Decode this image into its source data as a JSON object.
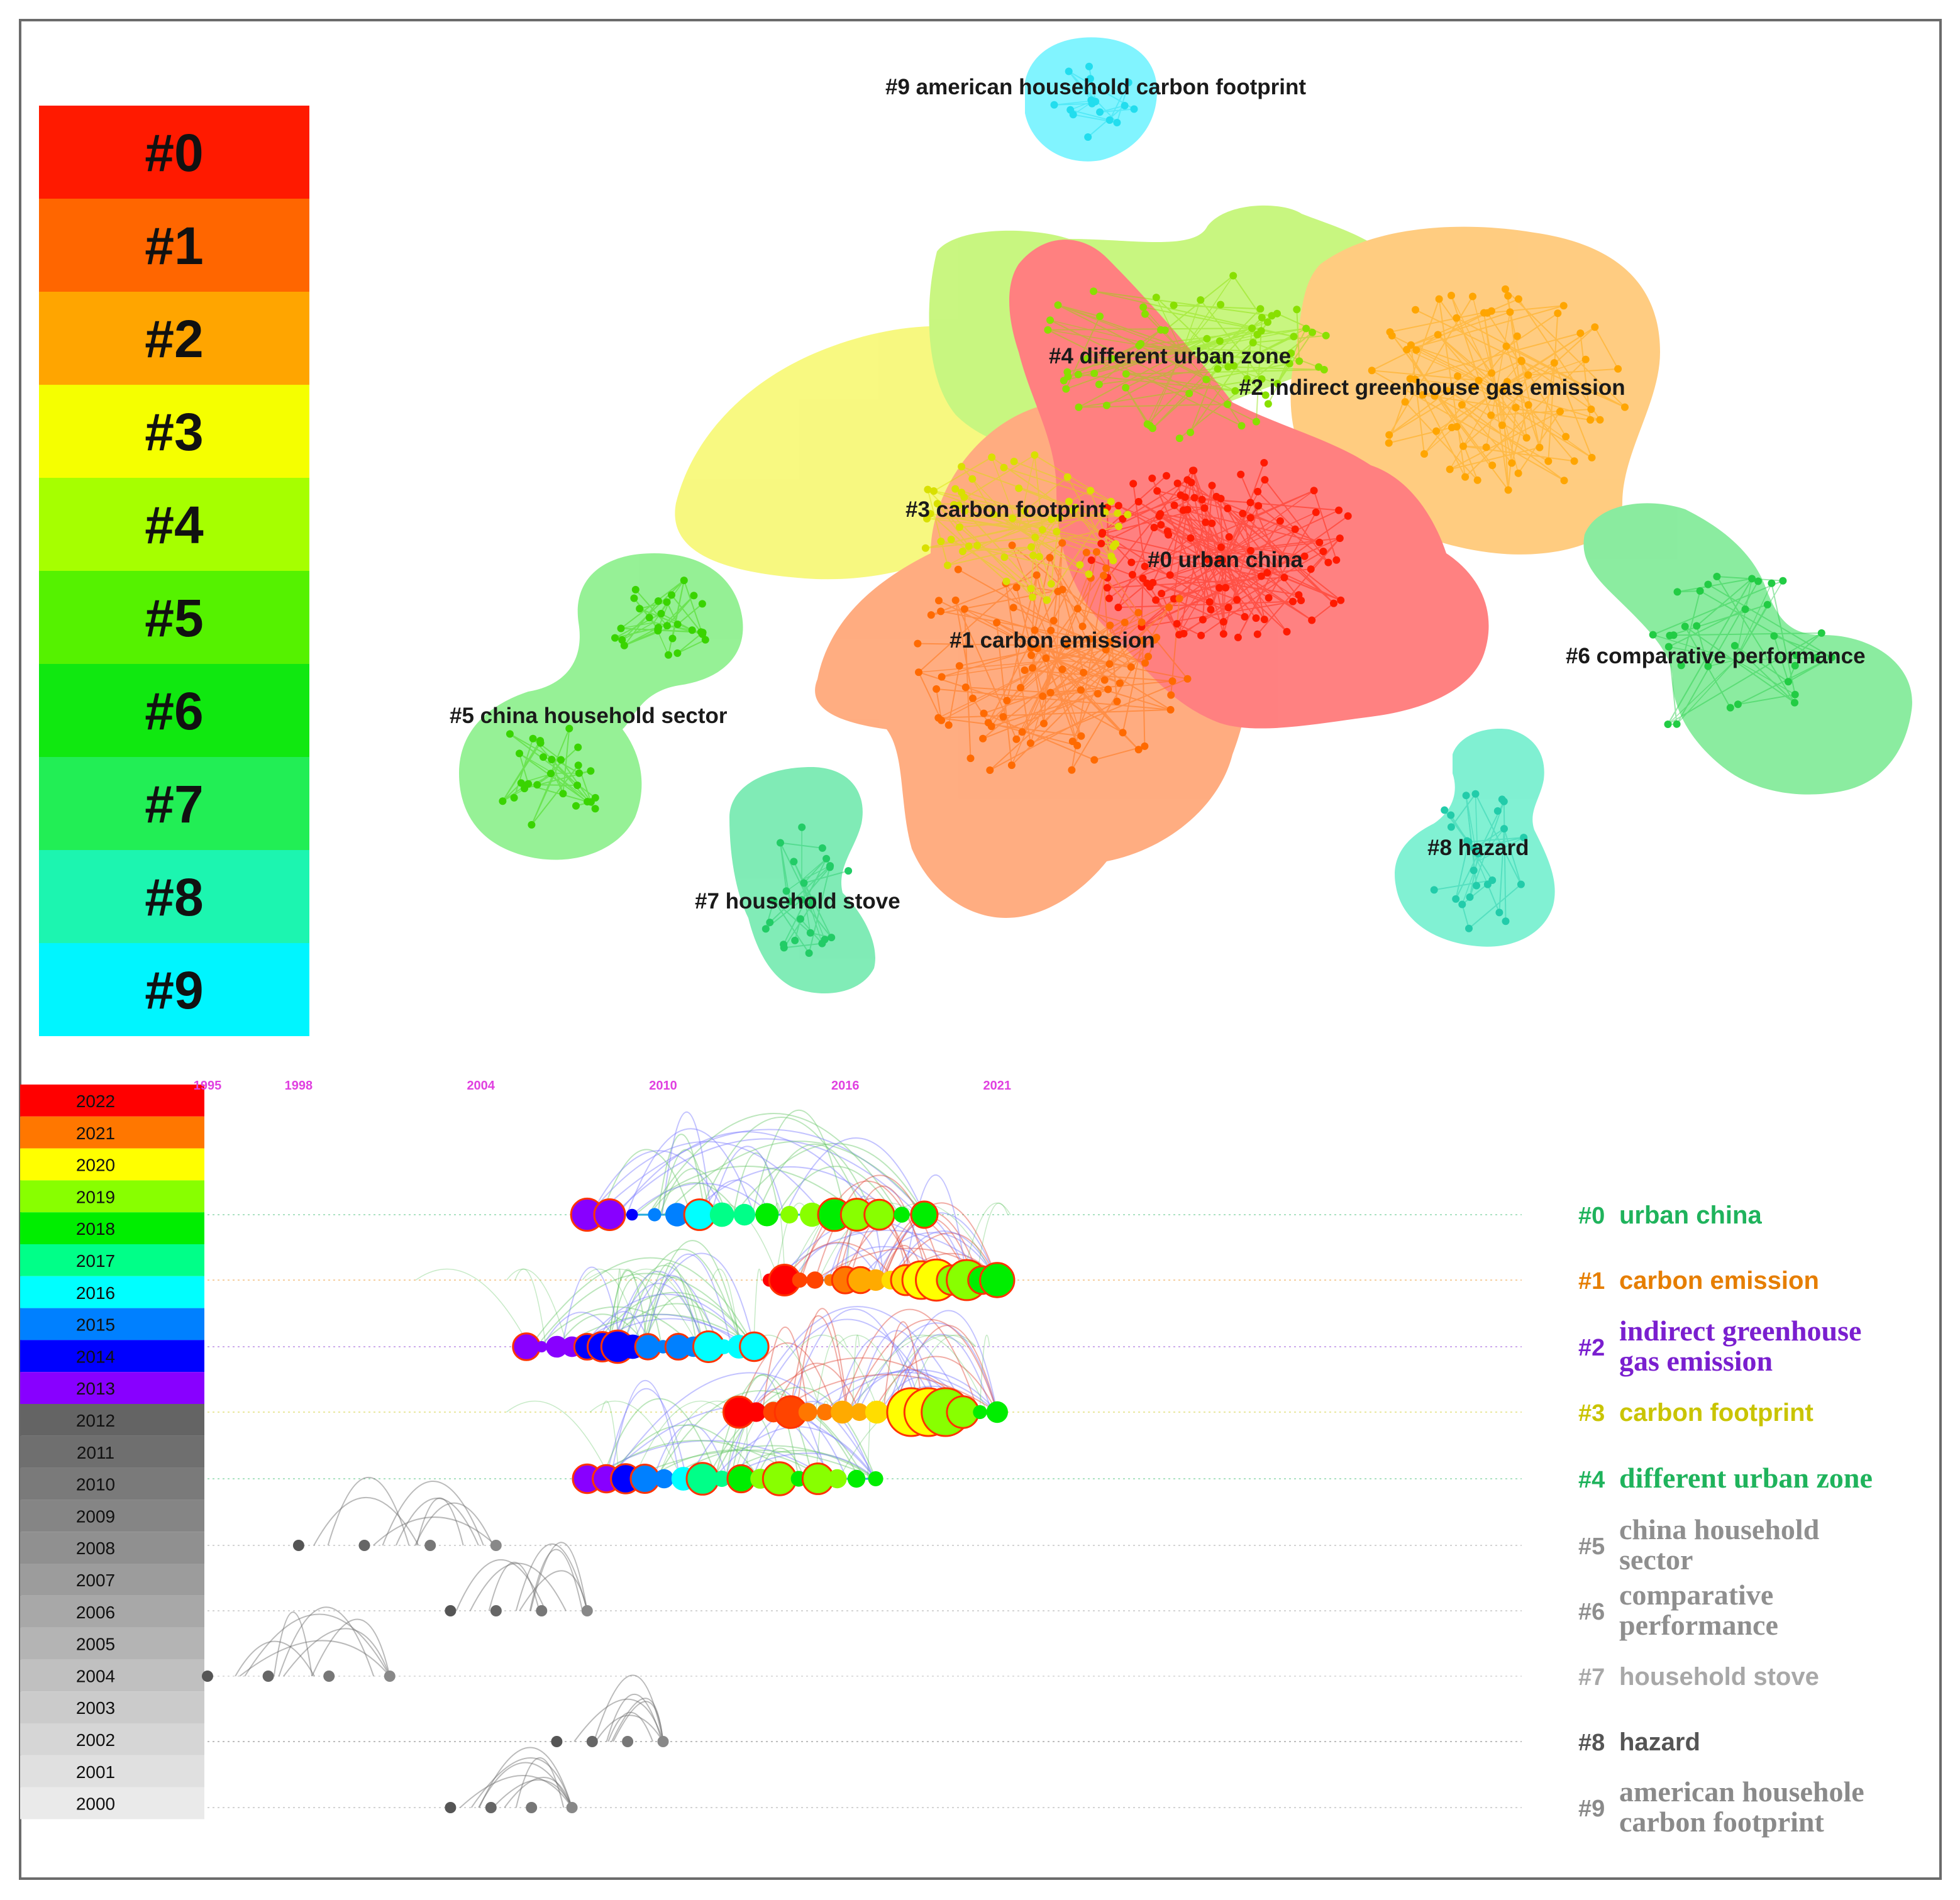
{
  "cluster_legend": {
    "items": [
      {
        "label": "#0",
        "color": "#ff1a00"
      },
      {
        "label": "#1",
        "color": "#ff6600"
      },
      {
        "label": "#2",
        "color": "#ffa500"
      },
      {
        "label": "#3",
        "color": "#f5ff00"
      },
      {
        "label": "#4",
        "color": "#a6ff00"
      },
      {
        "label": "#5",
        "color": "#55f200"
      },
      {
        "label": "#6",
        "color": "#10e810"
      },
      {
        "label": "#7",
        "color": "#22ee55"
      },
      {
        "label": "#8",
        "color": "#1cf5b0"
      },
      {
        "label": "#9",
        "color": "#00f5ff"
      }
    ]
  },
  "network": {
    "clusters": [
      {
        "id": 0,
        "label": "#0 urban china",
        "color": "#ff3333"
      },
      {
        "id": 1,
        "label": "#1 carbon emission",
        "color": "#ff7a33"
      },
      {
        "id": 2,
        "label": "#2 indirect greenhouse gas emission",
        "color": "#ffad33"
      },
      {
        "id": 3,
        "label": "#3 carbon footprint",
        "color": "#f3f533"
      },
      {
        "id": 4,
        "label": "#4 different urban zone",
        "color": "#a8f133"
      },
      {
        "id": 5,
        "label": "#5 china   household sector",
        "color": "#55e855"
      },
      {
        "id": 6,
        "label": "#6 comparative performance",
        "color": "#44e066"
      },
      {
        "id": 7,
        "label": "#7 household stove",
        "color": "#33e08a"
      },
      {
        "id": 8,
        "label": "#8 hazard",
        "color": "#33e8b8"
      },
      {
        "id": 9,
        "label": "#9 american household carbon footprint",
        "color": "#33eeff"
      }
    ]
  },
  "timeline": {
    "years": [
      "1995",
      "1998",
      "2004",
      "2010",
      "2016",
      "2021"
    ],
    "year_legend": [
      {
        "year": "2022",
        "color": "#ff0000"
      },
      {
        "year": "2021",
        "color": "#ff7700"
      },
      {
        "year": "2020",
        "color": "#ffff00"
      },
      {
        "year": "2019",
        "color": "#88ff00"
      },
      {
        "year": "2018",
        "color": "#00ee00"
      },
      {
        "year": "2017",
        "color": "#00ff88"
      },
      {
        "year": "2016",
        "color": "#00ffff"
      },
      {
        "year": "2015",
        "color": "#0080ff"
      },
      {
        "year": "2014",
        "color": "#0000ff"
      },
      {
        "year": "2013",
        "color": "#8800ff"
      },
      {
        "year": "2012",
        "color": "#646464"
      },
      {
        "year": "2011",
        "color": "#6f6f6f"
      },
      {
        "year": "2010",
        "color": "#7a7a7a"
      },
      {
        "year": "2009",
        "color": "#858585"
      },
      {
        "year": "2008",
        "color": "#909090"
      },
      {
        "year": "2007",
        "color": "#9c9c9c"
      },
      {
        "year": "2006",
        "color": "#a8a8a8"
      },
      {
        "year": "2005",
        "color": "#b4b4b4"
      },
      {
        "year": "2004",
        "color": "#c0c0c0"
      },
      {
        "year": "2003",
        "color": "#cbcbcb"
      },
      {
        "year": "2002",
        "color": "#d6d6d6"
      },
      {
        "year": "2001",
        "color": "#e0e0e0"
      },
      {
        "year": "2000",
        "color": "#eaeaea"
      }
    ],
    "rows": [
      {
        "num": "#0",
        "lines": [
          "urban china"
        ],
        "color": "#1fb35c",
        "font": "sans",
        "range": [
          2007.5,
          2018.6
        ]
      },
      {
        "num": "#1",
        "lines": [
          "carbon emission"
        ],
        "color": "#e67e00",
        "font": "sans",
        "range": [
          2013.5,
          2021
        ]
      },
      {
        "num": "#2",
        "lines": [
          "indirect greenhouse",
          "gas emission"
        ],
        "color": "#7a1fcf",
        "font": "serif",
        "range": [
          2005.5,
          2013
        ]
      },
      {
        "num": "#3",
        "lines": [
          "carbon footprint"
        ],
        "color": "#c9c400",
        "font": "sans",
        "range": [
          2012.5,
          2021
        ]
      },
      {
        "num": "#4",
        "lines": [
          "different urban zone"
        ],
        "color": "#1fb35c",
        "font": "serif",
        "range": [
          2007.5,
          2017
        ]
      },
      {
        "num": "#5",
        "lines": [
          "china household",
          "sector"
        ],
        "color": "#8f8f8f",
        "font": "serif",
        "range": [
          1998,
          2004.5
        ]
      },
      {
        "num": "#6",
        "lines": [
          "comparative",
          "performance"
        ],
        "color": "#8f8f8f",
        "font": "serif",
        "range": [
          2003,
          2007.5
        ]
      },
      {
        "num": "#7",
        "lines": [
          "household stove"
        ],
        "color": "#a8a8a8",
        "font": "sans",
        "range": [
          1995,
          2001
        ]
      },
      {
        "num": "#8",
        "lines": [
          "hazard"
        ],
        "color": "#555555",
        "font": "sans",
        "range": [
          2006.5,
          2010
        ]
      },
      {
        "num": "#9",
        "lines": [
          "american househole",
          "carbon footprint"
        ],
        "color": "#8a8a8a",
        "font": "serif",
        "range": [
          2003,
          2007
        ]
      }
    ]
  }
}
